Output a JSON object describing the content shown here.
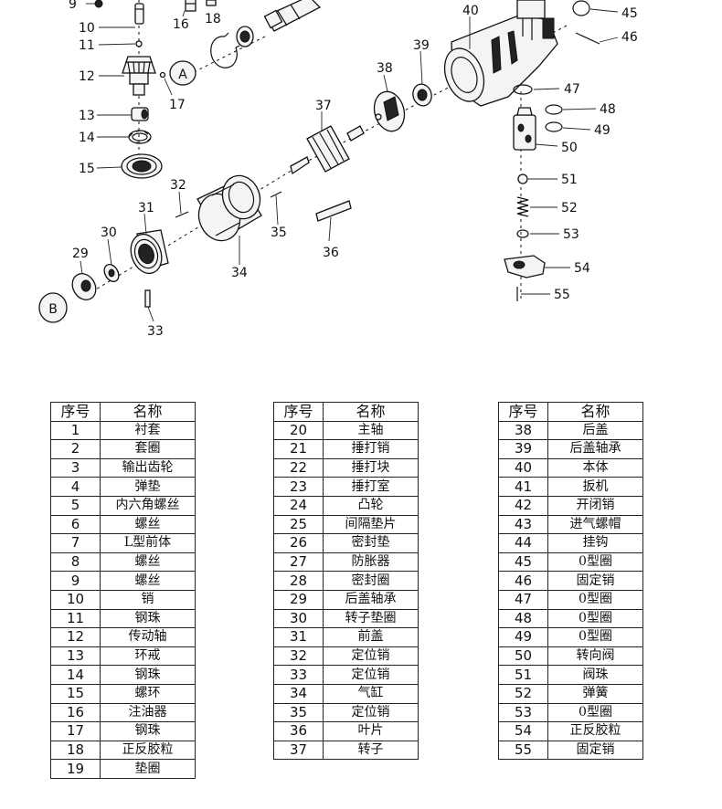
{
  "diagram": {
    "callouts": [
      {
        "id": "9",
        "text": "9"
      },
      {
        "id": "10",
        "text": "10"
      },
      {
        "id": "11",
        "text": "11"
      },
      {
        "id": "12",
        "text": "12"
      },
      {
        "id": "13",
        "text": "13"
      },
      {
        "id": "14",
        "text": "14"
      },
      {
        "id": "15",
        "text": "15"
      },
      {
        "id": "16",
        "text": "16"
      },
      {
        "id": "17",
        "text": "17"
      },
      {
        "id": "18",
        "text": "18"
      },
      {
        "id": "29",
        "text": "29"
      },
      {
        "id": "30",
        "text": "30"
      },
      {
        "id": "31",
        "text": "31"
      },
      {
        "id": "32",
        "text": "32"
      },
      {
        "id": "33",
        "text": "33"
      },
      {
        "id": "34",
        "text": "34"
      },
      {
        "id": "35",
        "text": "35"
      },
      {
        "id": "36",
        "text": "36"
      },
      {
        "id": "37",
        "text": "37"
      },
      {
        "id": "38",
        "text": "38"
      },
      {
        "id": "39",
        "text": "39"
      },
      {
        "id": "40",
        "text": "40"
      },
      {
        "id": "45",
        "text": "45"
      },
      {
        "id": "46",
        "text": "46"
      },
      {
        "id": "47",
        "text": "47"
      },
      {
        "id": "48",
        "text": "48"
      },
      {
        "id": "49",
        "text": "49"
      },
      {
        "id": "50",
        "text": "50"
      },
      {
        "id": "51",
        "text": "51"
      },
      {
        "id": "52",
        "text": "52"
      },
      {
        "id": "53",
        "text": "53"
      },
      {
        "id": "54",
        "text": "54"
      },
      {
        "id": "55",
        "text": "55"
      }
    ],
    "markers": {
      "a": "A",
      "b": "B"
    }
  },
  "tables": [
    {
      "header": {
        "num": "序号",
        "name": "名称"
      },
      "rows": [
        {
          "num": "1",
          "name": "衬套"
        },
        {
          "num": "2",
          "name": "套圈"
        },
        {
          "num": "3",
          "name": "输出齿轮"
        },
        {
          "num": "4",
          "name": "弹垫"
        },
        {
          "num": "5",
          "name": "内六角螺丝"
        },
        {
          "num": "6",
          "name": "螺丝"
        },
        {
          "num": "7",
          "name": "L型前体"
        },
        {
          "num": "8",
          "name": "螺丝"
        },
        {
          "num": "9",
          "name": "螺丝"
        },
        {
          "num": "10",
          "name": "销"
        },
        {
          "num": "11",
          "name": "钢珠"
        },
        {
          "num": "12",
          "name": "传动轴"
        },
        {
          "num": "13",
          "name": "环戒"
        },
        {
          "num": "14",
          "name": "钢珠"
        },
        {
          "num": "15",
          "name": "螺环"
        },
        {
          "num": "16",
          "name": "注油器"
        },
        {
          "num": "17",
          "name": "钢珠"
        },
        {
          "num": "18",
          "name": "正反胶粒"
        },
        {
          "num": "19",
          "name": "垫圈"
        }
      ]
    },
    {
      "header": {
        "num": "序号",
        "name": "名称"
      },
      "rows": [
        {
          "num": "20",
          "name": "主轴"
        },
        {
          "num": "21",
          "name": "捶打销"
        },
        {
          "num": "22",
          "name": "捶打块"
        },
        {
          "num": "23",
          "name": "捶打室"
        },
        {
          "num": "24",
          "name": "凸轮"
        },
        {
          "num": "25",
          "name": "间隔垫片"
        },
        {
          "num": "26",
          "name": "密封垫"
        },
        {
          "num": "27",
          "name": "防胀器"
        },
        {
          "num": "28",
          "name": "密封圈"
        },
        {
          "num": "29",
          "name": "后盖轴承"
        },
        {
          "num": "30",
          "name": "转子垫圈"
        },
        {
          "num": "31",
          "name": "前盖"
        },
        {
          "num": "32",
          "name": "定位销"
        },
        {
          "num": "33",
          "name": "定位销"
        },
        {
          "num": "34",
          "name": "气缸"
        },
        {
          "num": "35",
          "name": "定位销"
        },
        {
          "num": "36",
          "name": "叶片"
        },
        {
          "num": "37",
          "name": "转子"
        }
      ]
    },
    {
      "header": {
        "num": "序号",
        "name": "名称"
      },
      "rows": [
        {
          "num": "38",
          "name": "后盖"
        },
        {
          "num": "39",
          "name": "后盖轴承"
        },
        {
          "num": "40",
          "name": "本体"
        },
        {
          "num": "41",
          "name": "扳机"
        },
        {
          "num": "42",
          "name": "开闭销"
        },
        {
          "num": "43",
          "name": "进气螺帽"
        },
        {
          "num": "44",
          "name": "挂钩"
        },
        {
          "num": "45",
          "name": "0型圈"
        },
        {
          "num": "46",
          "name": "固定销"
        },
        {
          "num": "47",
          "name": "0型圈"
        },
        {
          "num": "48",
          "name": "0型圈"
        },
        {
          "num": "49",
          "name": "0型圈"
        },
        {
          "num": "50",
          "name": "转向阀"
        },
        {
          "num": "51",
          "name": "阀珠"
        },
        {
          "num": "52",
          "name": "弹簧"
        },
        {
          "num": "53",
          "name": "0型圈"
        },
        {
          "num": "54",
          "name": "正反胶粒"
        },
        {
          "num": "55",
          "name": "固定销"
        }
      ]
    }
  ]
}
